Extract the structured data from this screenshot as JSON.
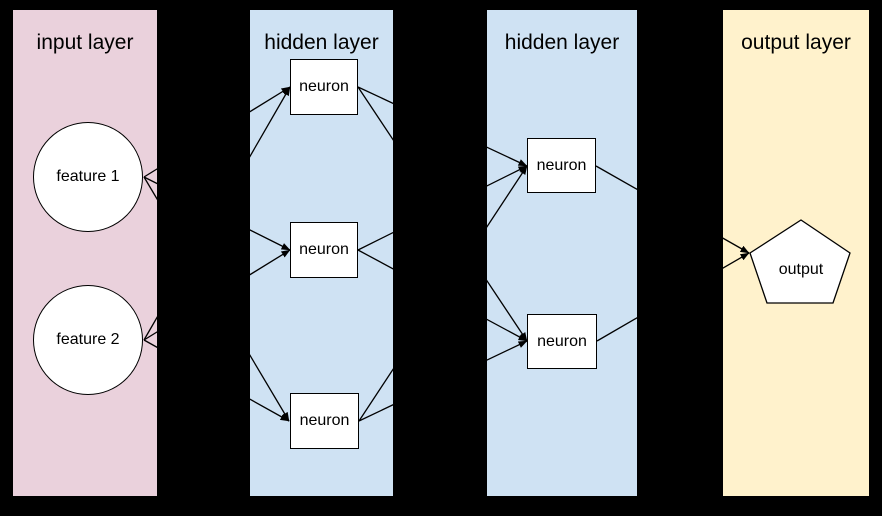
{
  "diagram": {
    "type": "neural-network",
    "background": "#000000",
    "text_color": "#000000",
    "node_fill": "#ffffff",
    "node_border": "#000000",
    "edge_color": "#000000",
    "layers": [
      {
        "id": "input",
        "title": "input layer",
        "color": "#ead1dc",
        "nodes": [
          {
            "id": "feature-1",
            "label": "feature 1",
            "shape": "circle"
          },
          {
            "id": "feature-2",
            "label": "feature 2",
            "shape": "circle"
          }
        ]
      },
      {
        "id": "hidden-1",
        "title": "hidden layer",
        "color": "#cfe2f3",
        "nodes": [
          {
            "id": "h1-neuron-1",
            "label": "neuron",
            "shape": "rect"
          },
          {
            "id": "h1-neuron-2",
            "label": "neuron",
            "shape": "rect"
          },
          {
            "id": "h1-neuron-3",
            "label": "neuron",
            "shape": "rect"
          }
        ]
      },
      {
        "id": "hidden-2",
        "title": "hidden layer",
        "color": "#cfe2f3",
        "nodes": [
          {
            "id": "h2-neuron-1",
            "label": "neuron",
            "shape": "rect"
          },
          {
            "id": "h2-neuron-2",
            "label": "neuron",
            "shape": "rect"
          }
        ]
      },
      {
        "id": "output",
        "title": "output layer",
        "color": "#fff2cc",
        "nodes": [
          {
            "id": "output",
            "label": "output",
            "shape": "pentagon"
          }
        ]
      }
    ],
    "edges": [
      {
        "from": "feature-1",
        "to": "h1-neuron-1"
      },
      {
        "from": "feature-1",
        "to": "h1-neuron-2"
      },
      {
        "from": "feature-1",
        "to": "h1-neuron-3"
      },
      {
        "from": "feature-2",
        "to": "h1-neuron-1"
      },
      {
        "from": "feature-2",
        "to": "h1-neuron-2"
      },
      {
        "from": "feature-2",
        "to": "h1-neuron-3"
      },
      {
        "from": "h1-neuron-1",
        "to": "h2-neuron-1"
      },
      {
        "from": "h1-neuron-1",
        "to": "h2-neuron-2"
      },
      {
        "from": "h1-neuron-2",
        "to": "h2-neuron-1"
      },
      {
        "from": "h1-neuron-2",
        "to": "h2-neuron-2"
      },
      {
        "from": "h1-neuron-3",
        "to": "h2-neuron-1"
      },
      {
        "from": "h1-neuron-3",
        "to": "h2-neuron-2"
      },
      {
        "from": "h2-neuron-1",
        "to": "output"
      },
      {
        "from": "h2-neuron-2",
        "to": "output"
      }
    ]
  }
}
